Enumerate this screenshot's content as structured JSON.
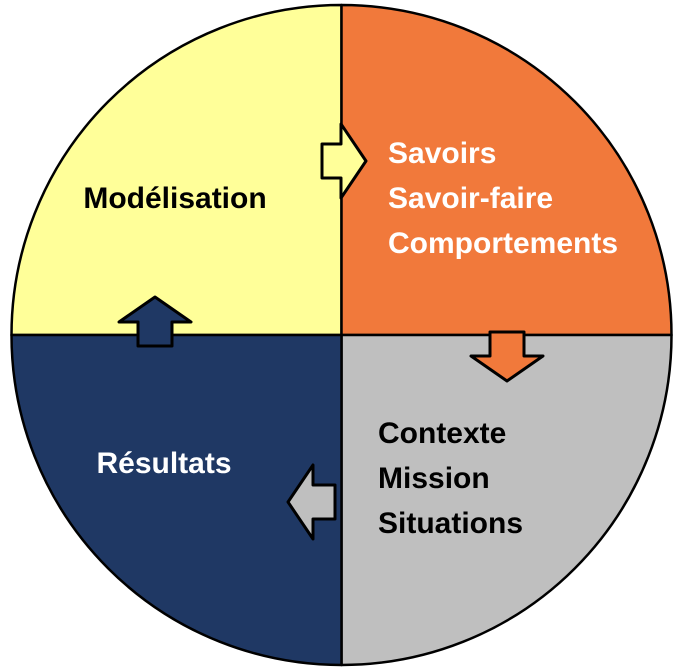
{
  "diagram": {
    "type": "cycle",
    "outline_color": "#000000",
    "quadrants": [
      {
        "name": "modelisation",
        "position": "top-left",
        "label": "Modélisation",
        "fill": "#FFFF99",
        "text_color": "#000000"
      },
      {
        "name": "competences",
        "position": "top-right",
        "line1": "Savoirs",
        "line2": "Savoir-faire",
        "line3": "Comportements",
        "fill": "#F1793B",
        "text_color": "#FFFFFF"
      },
      {
        "name": "contexte",
        "position": "bottom-right",
        "line1": "Contexte",
        "line2": "Mission",
        "line3": "Situations",
        "fill": "#BFBFBF",
        "text_color": "#000000"
      },
      {
        "name": "resultats",
        "position": "bottom-left",
        "label": "Résultats",
        "fill": "#1F3864",
        "text_color": "#FFFFFF"
      }
    ],
    "arrows": [
      {
        "name": "modelisation-to-competences",
        "direction": "right",
        "fill": "#FFFF99"
      },
      {
        "name": "competences-to-contexte",
        "direction": "down",
        "fill": "#F1793B"
      },
      {
        "name": "contexte-to-resultats",
        "direction": "left",
        "fill": "#BFBFBF"
      },
      {
        "name": "resultats-to-modelisation",
        "direction": "up",
        "fill": "#1F3864"
      }
    ]
  }
}
